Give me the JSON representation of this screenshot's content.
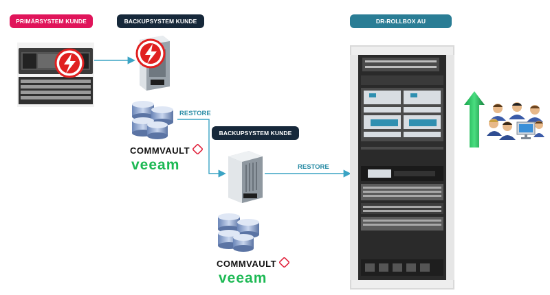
{
  "labels": {
    "primary_system": "PRIMÄRSYSTEM KUNDE",
    "backup_system_top": "BACKUPSYSTEM KUNDE",
    "backup_system_mid": "BACKUPSYSTEM KUNDE",
    "dr_rollbox": "DR-ROLLBOX AU"
  },
  "flows": {
    "restore_1": "RESTORE",
    "restore_2": "RESTORE"
  },
  "brands": {
    "commvault_1": "COMMVAULT",
    "veeam_1": "veeam",
    "commvault_2": "COMMVAULT",
    "veeam_2": "veeam"
  },
  "colors": {
    "primary_pill": "#e0145a",
    "backup_pill": "#16283a",
    "dr_pill": "#2a7d95",
    "arrow": "#3aa3c4",
    "restore_text": "#2a8ca5",
    "veeam": "#1db954",
    "commvault_mark": "#e0203a",
    "up_arrow": "#22c55e"
  },
  "icons": [
    "server-icon",
    "lightning-failure-icon",
    "tower-server-icon",
    "database-icon",
    "rack-cabinet-icon",
    "up-arrow-icon",
    "users-group-icon"
  ]
}
